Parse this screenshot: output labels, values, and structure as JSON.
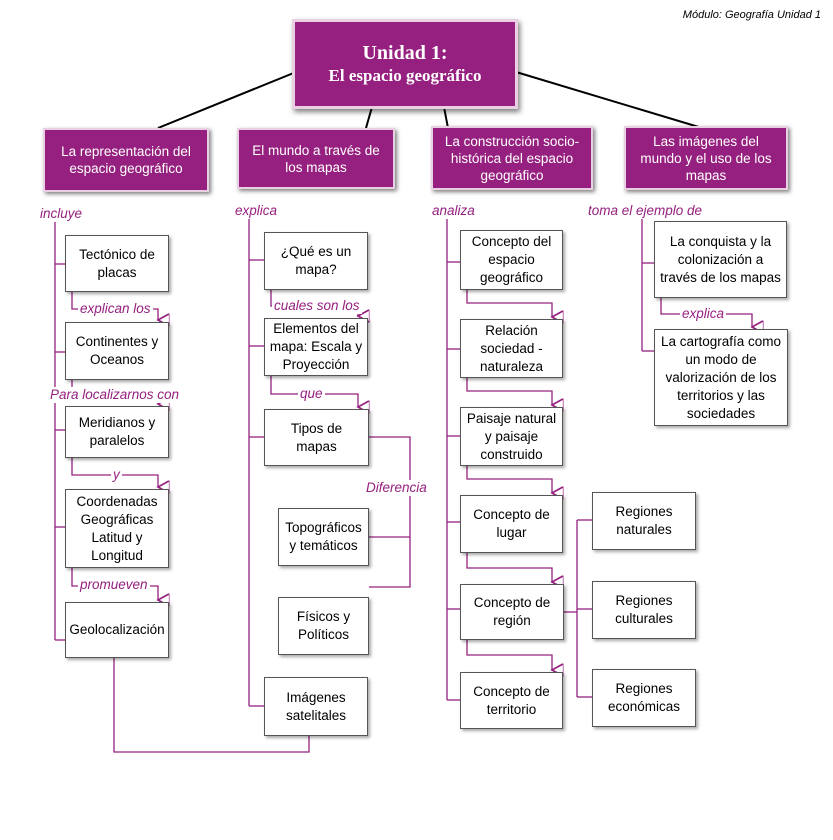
{
  "module_label": "Módulo: Geografía Unidad 1",
  "root": {
    "line1": "Unidad 1:",
    "line2": "El espacio geográfico"
  },
  "columns": [
    {
      "title": "La representación del espacio geográfico",
      "relation": "incluye",
      "items": [
        "Tectónico de placas",
        "Continentes y Oceanos",
        "Meridianos y paralelos",
        "Coordenadas Geográficas Latitud y Longitud",
        "Geolocalización"
      ],
      "links": [
        "explican los",
        "Para localizarnos con",
        "y",
        "promueven"
      ]
    },
    {
      "title": "El mundo a través de los mapas",
      "relation": "explica",
      "items": [
        "¿Qué es un mapa?",
        "Elementos del mapa: Escala y Proyección",
        "Tipos de mapas",
        "Topográficos y temáticos",
        "Físicos y Políticos",
        "Imágenes satelitales"
      ],
      "links": [
        "cuales son los",
        "que",
        "Diferencia"
      ]
    },
    {
      "title": "La construcción socio-histórica del espacio geográfico",
      "relation": "analiza",
      "items": [
        "Concepto del espacio geográfico",
        "Relación sociedad - naturaleza",
        "Paisaje natural y paisaje construido",
        "Concepto de lugar",
        "Concepto de región",
        "Concepto de territorio"
      ],
      "regions": [
        "Regiones naturales",
        "Regiones culturales",
        "Regiones económicas"
      ]
    },
    {
      "title": "Las imágenes del mundo y el uso de los mapas",
      "relation": "toma el ejemplo de",
      "items": [
        "La conquista y la colonización a través de los mapas",
        "La cartografía como un modo de valorización de los territorios y las sociedades"
      ],
      "links": [
        "explica"
      ]
    }
  ],
  "colors": {
    "accent": "#96207f",
    "line": "#000000"
  }
}
